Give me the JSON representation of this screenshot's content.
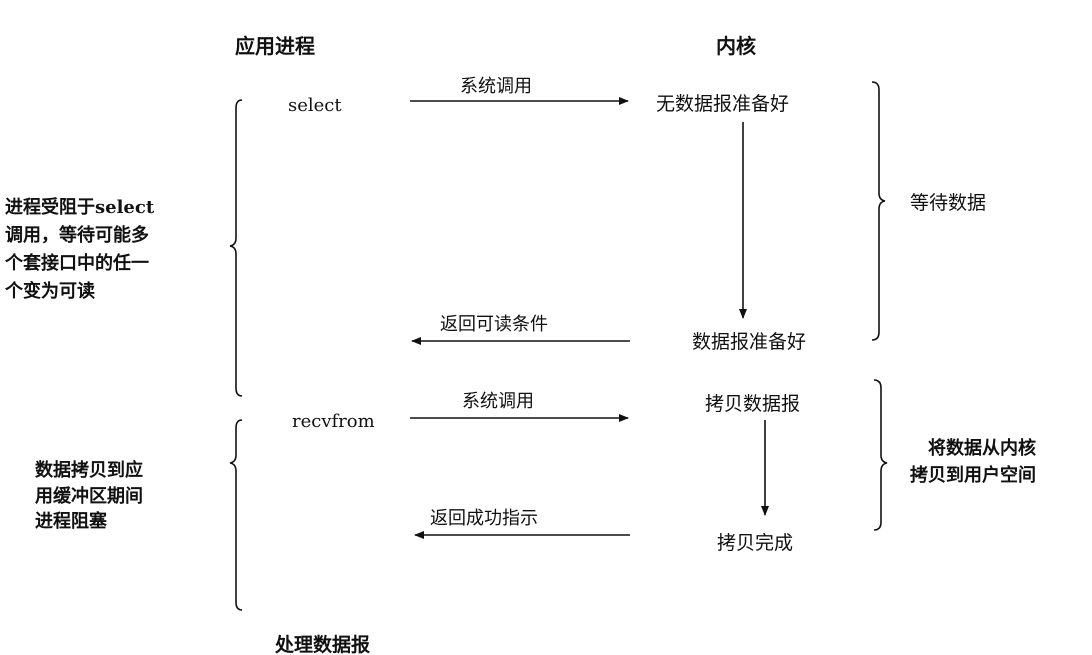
{
  "headers": {
    "process": "应用进程",
    "kernel": "内核"
  },
  "process_calls": {
    "select": "select",
    "recvfrom": "recvfrom",
    "process": "处理数据报"
  },
  "arrows": {
    "syscall1": "系统调用",
    "return_readable": "返回可读条件",
    "syscall2": "系统调用",
    "return_success": "返回成功指示"
  },
  "kernel_states": {
    "no_datagram": "无数据报准备好",
    "datagram_ready": "数据报准备好",
    "copy_datagram": "拷贝数据报",
    "copy_done": "拷贝完成"
  },
  "phases": {
    "wait": "等待数据",
    "copy": [
      "将数据从内核",
      "拷贝到用户空间"
    ]
  },
  "left_notes": {
    "blocked_select": [
      "进程受阻于select",
      "调用，等待可能多",
      "个套接口中的任一",
      "个变为可读"
    ],
    "blocked_copy": [
      "数据拷贝到应",
      "用缓冲区期间",
      "进程阻塞"
    ]
  }
}
